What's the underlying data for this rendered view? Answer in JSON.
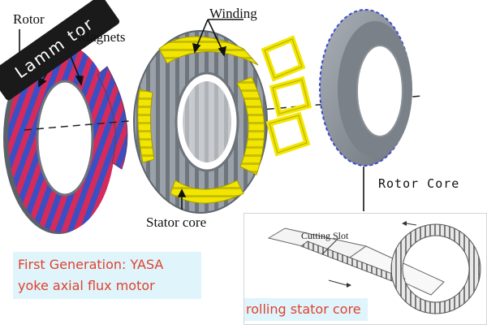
{
  "labels": {
    "rotor": "Rotor",
    "magnets": "Magnets",
    "winding": "Winding",
    "stator_core": "Stator core",
    "rotor_core": "Rotor Core"
  },
  "captions": {
    "first_generation_line1": "First Generation: YASA",
    "first_generation_line2": "yoke axial flux motor",
    "rolling": "rolling stator core"
  },
  "inset": {
    "cutting_slot": "Cutting Slot"
  },
  "watermark": {
    "text": "Lamm  tor"
  },
  "colors": {
    "magnet_red": "#d62a5a",
    "magnet_blue": "#3a4fc4",
    "winding_yellow": "#f2e600",
    "steel_gray": "#8d949b",
    "caption_text": "#e0402f",
    "caption_bg": "#dff5fb"
  }
}
